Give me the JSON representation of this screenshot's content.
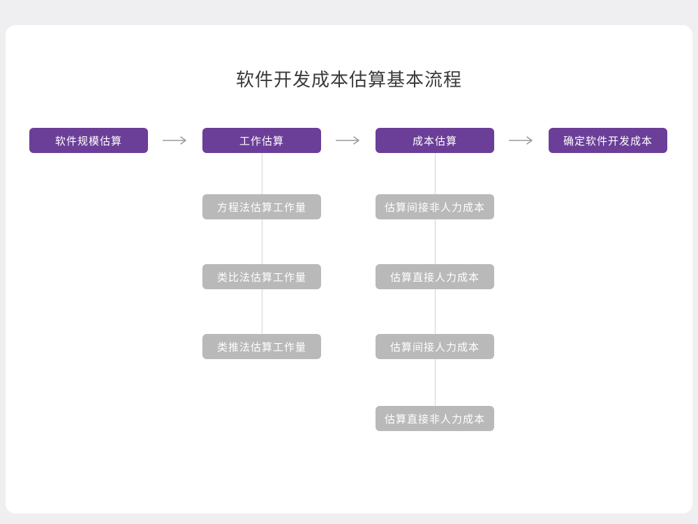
{
  "title": "软件开发成本估算基本流程",
  "colors": {
    "primary": "#6B3E98",
    "sub_node": "#b9b9b9",
    "connector": "#d4d4d4",
    "arrow": "#9a9a9a",
    "page_bg": "#efeff1",
    "card_bg": "#ffffff"
  },
  "flow": {
    "main_steps": [
      {
        "id": "scale",
        "label": "软件规模估算"
      },
      {
        "id": "work",
        "label": "工作估算"
      },
      {
        "id": "cost",
        "label": "成本估算"
      },
      {
        "id": "final",
        "label": "确定软件开发成本"
      }
    ],
    "work_substeps": [
      {
        "label": "方程法估算工作量"
      },
      {
        "label": "类比法估算工作量"
      },
      {
        "label": "类推法估算工作量"
      }
    ],
    "cost_substeps": [
      {
        "label": "估算间接非人力成本"
      },
      {
        "label": "估算直接人力成本"
      },
      {
        "label": "估算间接人力成本"
      },
      {
        "label": "估算直接非人力成本"
      }
    ]
  }
}
